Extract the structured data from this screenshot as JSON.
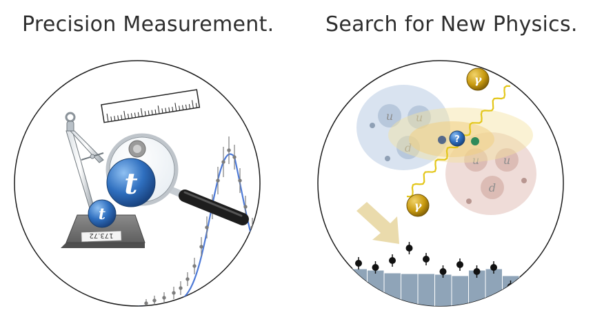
{
  "titles": {
    "left": "Precision Measurement.",
    "right": "Search for New Physics."
  },
  "left_panel": {
    "top_quark_label": "t",
    "small_quark_label": "t",
    "block_value": "173.72",
    "icons": [
      "compass-icon",
      "ruler-icon",
      "magnifying-glass-icon",
      "top-quark-ball",
      "weighing-block"
    ],
    "curve_color": "#4d79d6",
    "quark_color": "#2f6fbf"
  },
  "right_panel": {
    "photon_label": "γ",
    "mystery_label": "?",
    "proton_left_quarks": [
      "u",
      "u",
      "d"
    ],
    "proton_right_quarks": [
      "u",
      "u",
      "d"
    ],
    "arrow_color": "#e8d7a3",
    "photon_color": "#c89a10",
    "histogram_color": "#8fa4b8",
    "histogram_values": [
      60,
      58,
      54,
      53,
      53,
      52,
      50,
      58,
      60,
      50,
      36
    ],
    "data_points": [
      68,
      62,
      72,
      90,
      74,
      56,
      66,
      56,
      62,
      34
    ]
  }
}
